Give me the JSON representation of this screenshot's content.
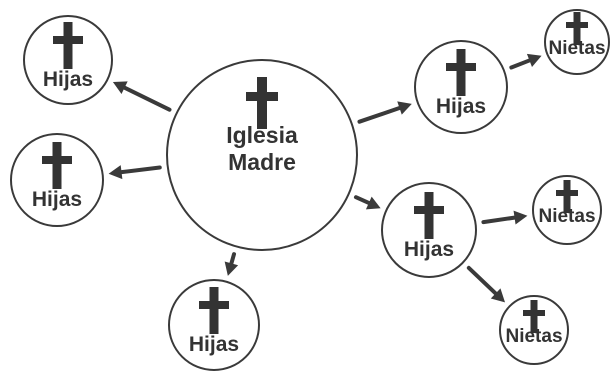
{
  "diagram": {
    "nodes": [
      {
        "id": "madre",
        "lines": [
          "Iglesia",
          "Madre"
        ],
        "level": "madre"
      },
      {
        "id": "hija-1",
        "lines": [
          "Hijas"
        ],
        "level": "hija"
      },
      {
        "id": "hija-2",
        "lines": [
          "Hijas"
        ],
        "level": "hija"
      },
      {
        "id": "hija-3",
        "lines": [
          "Hijas"
        ],
        "level": "hija"
      },
      {
        "id": "hija-4",
        "lines": [
          "Hijas"
        ],
        "level": "hija"
      },
      {
        "id": "hija-5",
        "lines": [
          "Hijas"
        ],
        "level": "hija"
      },
      {
        "id": "nieta-1",
        "lines": [
          "Nietas"
        ],
        "level": "nieta"
      },
      {
        "id": "nieta-2",
        "lines": [
          "Nietas"
        ],
        "level": "nieta"
      },
      {
        "id": "nieta-3",
        "lines": [
          "Nietas"
        ],
        "level": "nieta"
      }
    ],
    "edges": [
      {
        "from": "madre",
        "to": "hija-1"
      },
      {
        "from": "madre",
        "to": "hija-2"
      },
      {
        "from": "madre",
        "to": "hija-3"
      },
      {
        "from": "madre",
        "to": "hija-4"
      },
      {
        "from": "madre",
        "to": "hija-5"
      },
      {
        "from": "hija-4",
        "to": "nieta-1"
      },
      {
        "from": "hija-5",
        "to": "nieta-2"
      },
      {
        "from": "hija-5",
        "to": "nieta-3"
      }
    ],
    "colors": {
      "stroke": "#3a3a3a",
      "ink": "#333333",
      "fill": "#ffffff"
    }
  }
}
